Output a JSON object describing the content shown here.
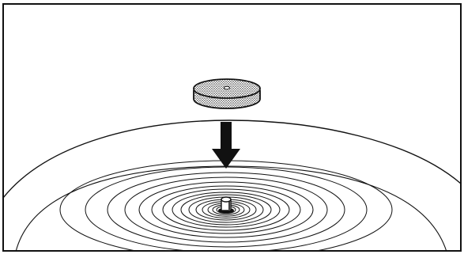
{
  "figure": {
    "style": "black-and-white line illustration",
    "line_color": "#111111",
    "background_color": "#ffffff",
    "fill_pattern_color": "#5a5a5a",
    "objects": [
      {
        "name": "disc-part",
        "icon": "stippled-disc"
      },
      {
        "name": "down-arrow",
        "icon": "arrow-down"
      },
      {
        "name": "platter-surface",
        "icon": "concentric-grooves"
      },
      {
        "name": "center-spindle",
        "icon": "spindle-post"
      }
    ]
  }
}
